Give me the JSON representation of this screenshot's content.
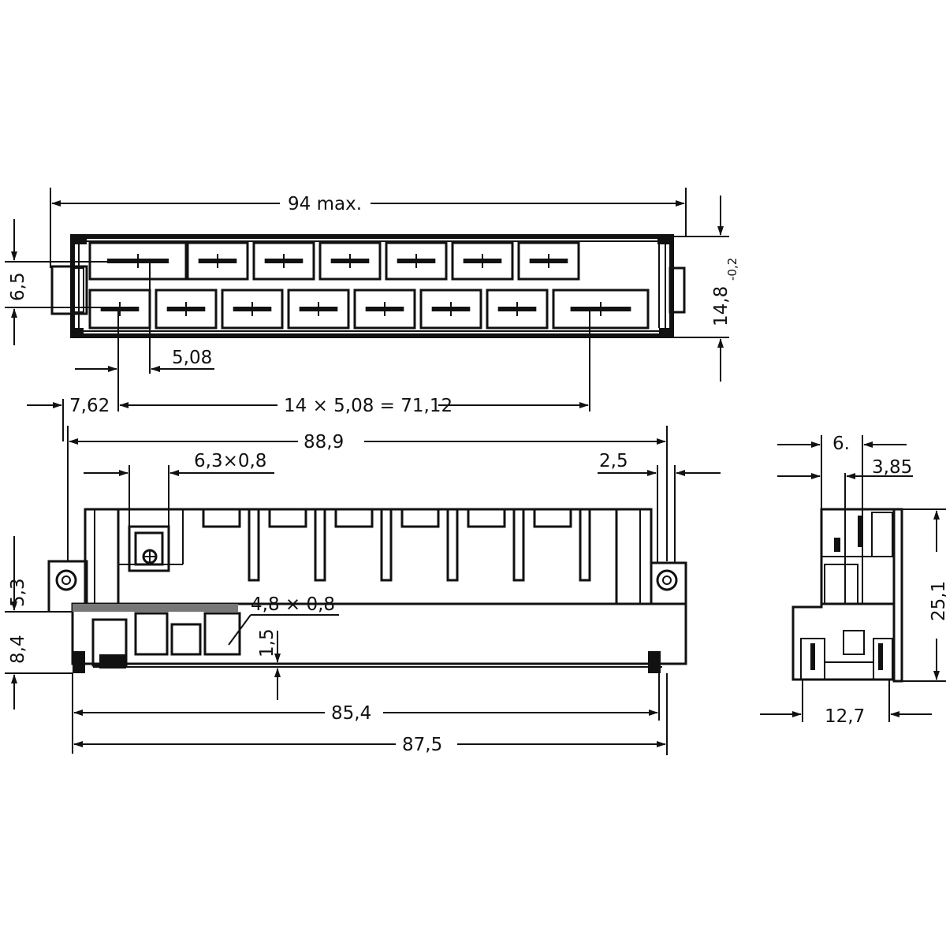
{
  "colors": {
    "ink": "#111111",
    "paper": "#ffffff"
  },
  "top_view": {
    "overall_length": "94 max.",
    "height_base": "14,8",
    "height_tolerance": "-0,2",
    "row_spacing": "6,5",
    "pitch": "5,08",
    "end_offset": "7,62",
    "contact_span": "14 × 5,08 = 71,12",
    "upper_row_contacts": 7,
    "lower_row_contacts": 8
  },
  "front_view": {
    "mounting_hole_pitch": "88,9",
    "pin_section": "6,3×0,8",
    "flange_width": "2,5",
    "flange_height": "5,3",
    "base_height": "8,4",
    "solder_tab_section": "4,8 × 0,8",
    "standoff": "1,5",
    "body_length": "85,4",
    "base_length": "87,5",
    "pin_count": 6
  },
  "side_view": {
    "body_depth": "6.",
    "offset": "3,85",
    "total_height": "25,1",
    "base_depth": "12,7"
  }
}
